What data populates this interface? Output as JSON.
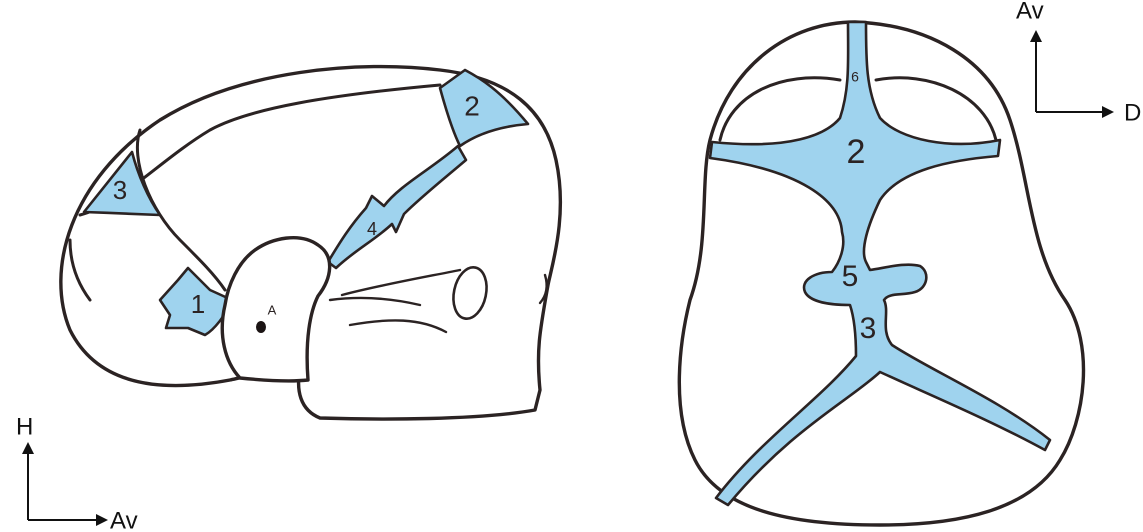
{
  "colors": {
    "fontanelle_fill": "#9fd3ee",
    "outline": "#2b2323"
  },
  "lateral_view": {
    "labels": {
      "one": "1",
      "two": "2",
      "three": "3",
      "four": "4",
      "point_a": "A"
    },
    "axes": {
      "vertical": "H",
      "horizontal": "Av"
    }
  },
  "superior_view": {
    "labels": {
      "two": "2",
      "three": "3",
      "five": "5",
      "six": "6"
    },
    "axes": {
      "vertical": "Av",
      "horizontal": "D"
    }
  }
}
